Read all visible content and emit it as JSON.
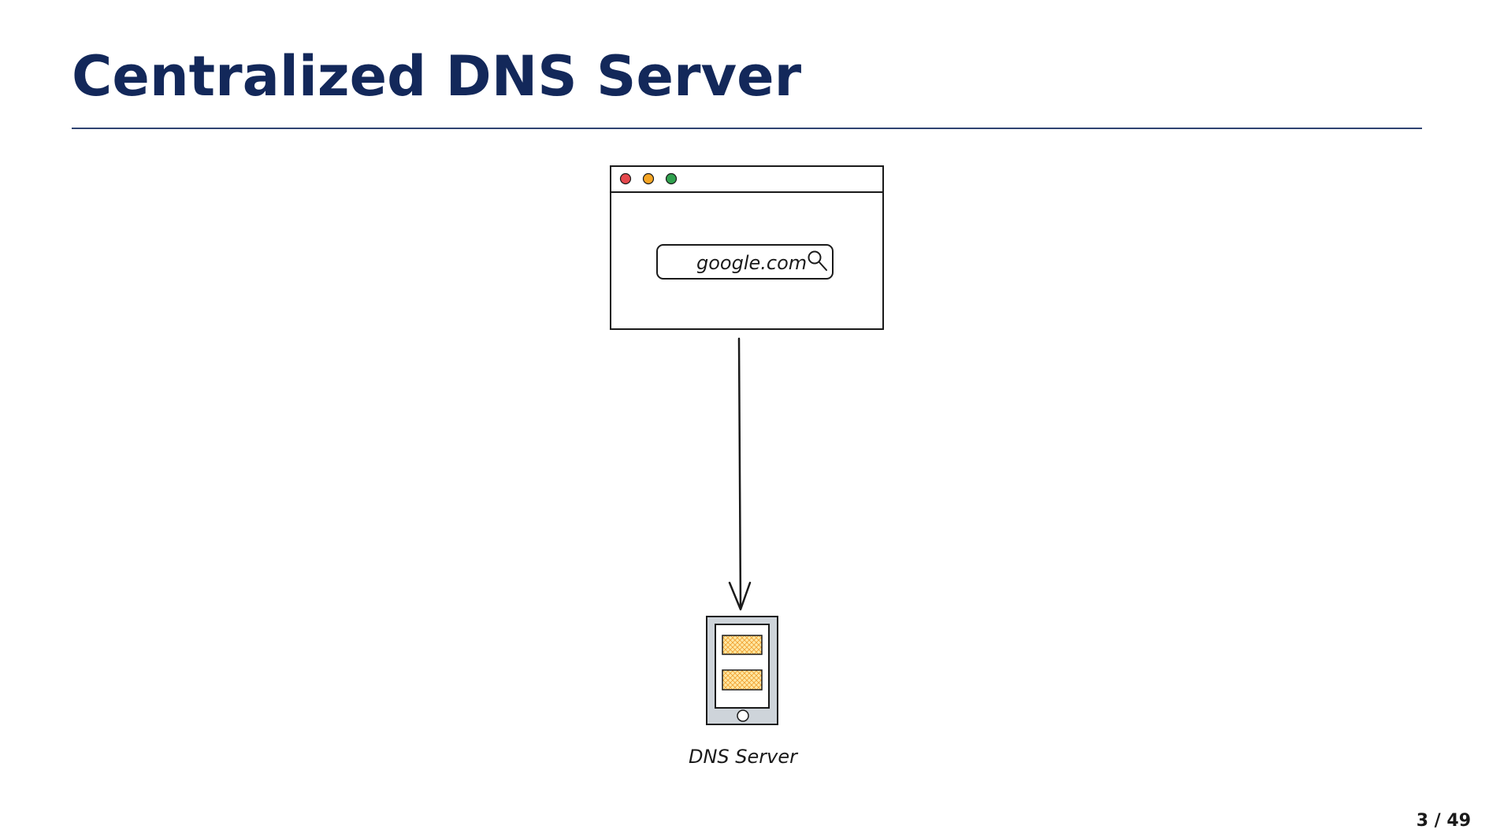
{
  "slide": {
    "title": "Centralized DNS Server",
    "page_number": "3 / 49"
  },
  "browser": {
    "traffic_lights": {
      "close_color": "#e5484d",
      "minimize_color": "#f5a524",
      "maximize_color": "#30a14e"
    },
    "search_value": "google.com",
    "search_icon": "magnifier-icon"
  },
  "server": {
    "label": "DNS Server",
    "icon": "server-icon",
    "body_color": "#ced4da",
    "slot_color": "#ffe8a3"
  },
  "colors": {
    "title": "#13285a",
    "rule": "#2f4372",
    "stroke": "#1a1a1a"
  }
}
